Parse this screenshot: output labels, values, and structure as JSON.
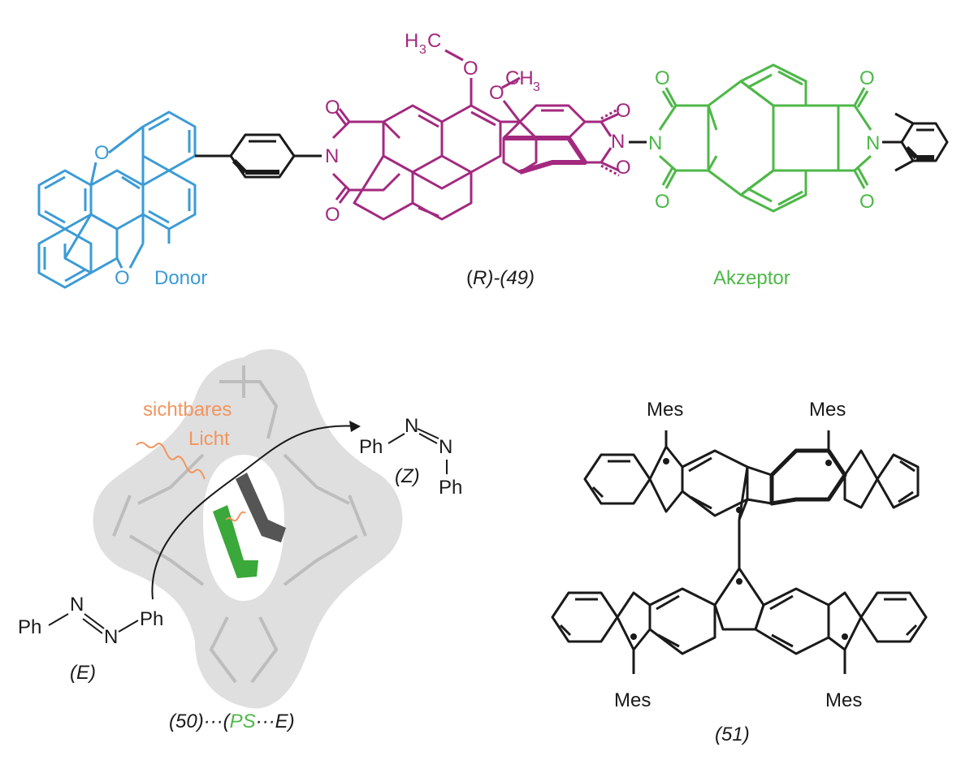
{
  "colors": {
    "donor": "#3b9bd6",
    "chiral": "#a3297f",
    "acceptor": "#4db848",
    "light": "#f2955e",
    "ink": "#1a1a1a",
    "cage_surface": "#d9d9d9",
    "cage_stick": "#bdbdbd",
    "guest_green": "#3aa83a",
    "guest_gray": "#555555"
  },
  "top_scheme": {
    "atoms": {
      "xanthene_o_top": "O",
      "xanthene_o_bottom": "O",
      "imide1_n": "N",
      "imide1_o_top": "O",
      "imide1_o_bottom": "O",
      "methoxy1_o": "O",
      "methoxy1_group": "H",
      "methoxy1_c": "C",
      "methoxy1_sub": "3",
      "methoxy2_o": "O",
      "methoxy2_group": "CH",
      "methoxy2_sub": "3",
      "imide2_n": "N",
      "imide2_o_top": "O",
      "imide2_o_bottom": "O",
      "ndi_n_left": "N",
      "ndi_n_right": "N",
      "ndi_o_tl": "O",
      "ndi_o_bl": "O",
      "ndi_o_tr": "O",
      "ndi_o_br": "O"
    },
    "label_donor": "Donor",
    "label_compound_paren_open": "(",
    "label_compound_r": "R",
    "label_compound_rest": ")-(49)",
    "label_acceptor": "Akzeptor"
  },
  "bottom_left": {
    "light_label_line1": "sichtbares",
    "light_label_line2": "Licht",
    "z_isomer": {
      "ph_top": "Ph",
      "n1": "N",
      "n2": "N",
      "ph_bottom": "Ph",
      "label": "(Z)"
    },
    "e_isomer": {
      "ph_left": "Ph",
      "n1": "N",
      "n2": "N",
      "ph_right": "Ph",
      "label": "(E)"
    },
    "caption_part1": "(50)···(",
    "caption_ps": "PS",
    "caption_part2": "···E)"
  },
  "bottom_right": {
    "mes_labels": [
      "Mes",
      "Mes",
      "Mes",
      "Mes"
    ],
    "caption": "(51)"
  }
}
